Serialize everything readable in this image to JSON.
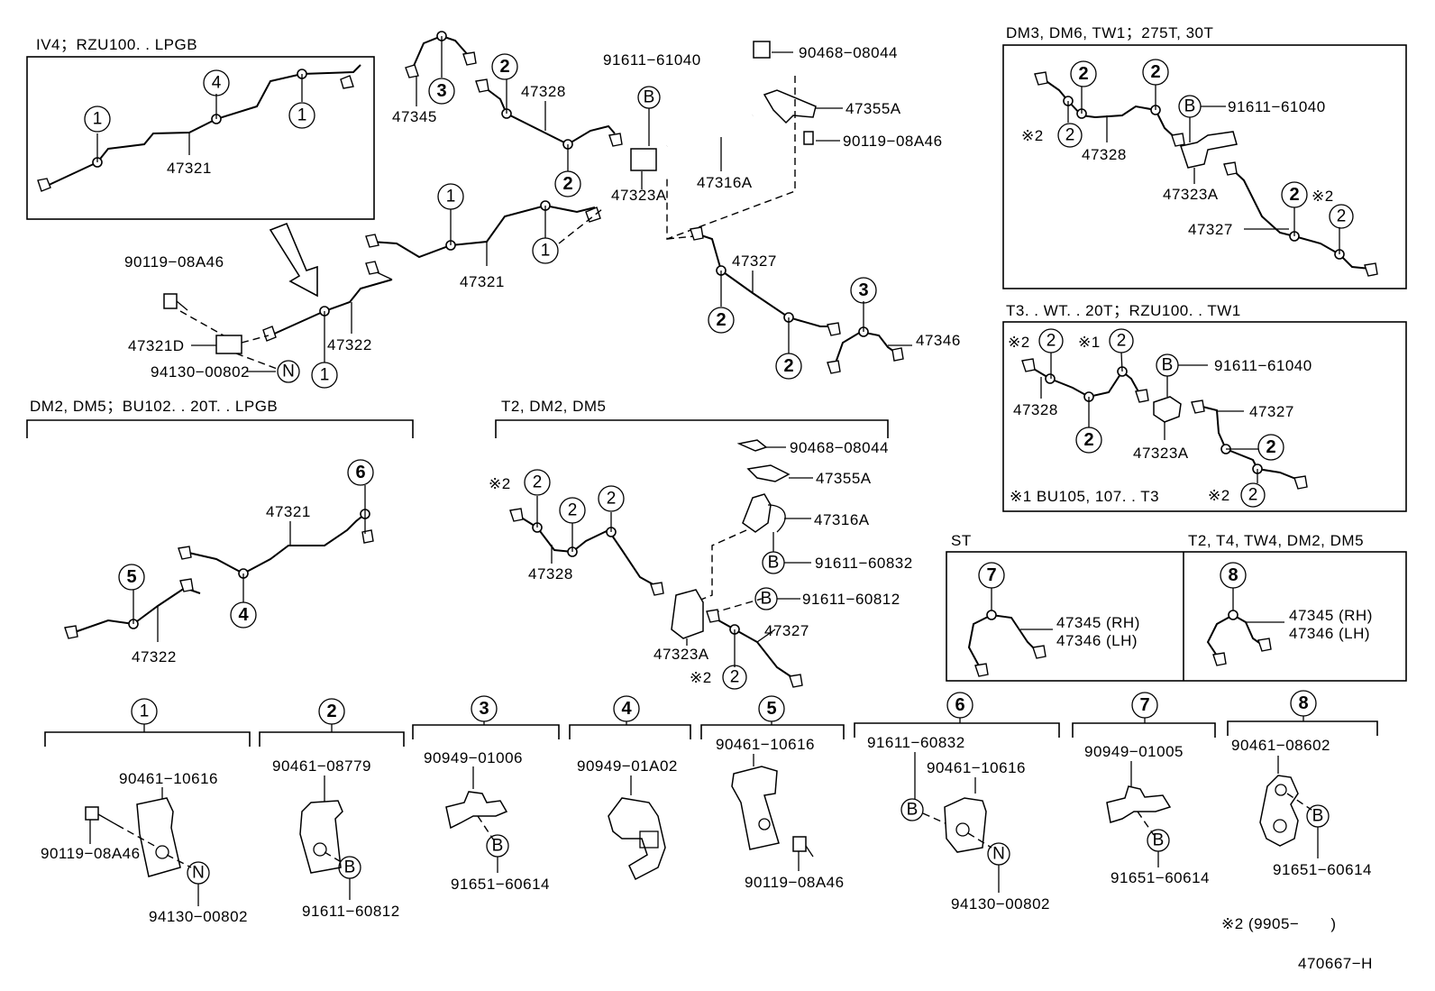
{
  "groups": {
    "g1": "IV4；RZU100. . LPGB",
    "g2": "DM2, DM5；BU102. . 20T. . LPGB",
    "g3": "T2, DM2, DM5",
    "g4": "DM3, DM6, TW1；275T, 30T",
    "g5": "T3. . WT. . 20T；RZU100. . TW1",
    "g6": "ST",
    "g7": "T2, T4, TW4, DM2, DM5",
    "g5_note": "※1 BU105, 107. . T3"
  },
  "parts": {
    "p47321": "47321",
    "p47322": "47322",
    "p47321D": "47321D",
    "p47345": "47345",
    "p47346": "47346",
    "p47328": "47328",
    "p47327": "47327",
    "p47323A": "47323A",
    "p47316A": "47316A",
    "p47355A": "47355A",
    "p90468_08044": "90468−08044",
    "p91611_61040": "91611−61040",
    "p90119_08A46": "90119−08A46",
    "p94130_00802": "94130−00802",
    "p91611_60832": "91611−60832",
    "p91611_60812": "91611−60812",
    "p47345rh": "47345 (RH)",
    "p47346lh": "47346 (LH)",
    "p90461_10616": "90461−10616",
    "p90461_08779": "90461−08779",
    "p90949_01006": "90949−01006",
    "p91651_60614": "91651−60614",
    "p90949_01A02": "90949−01A02",
    "p90949_01005": "90949−01005",
    "p90461_08602": "90461−08602"
  },
  "callouts": {
    "c1": "1",
    "c2": "2",
    "c3": "3",
    "c4": "4",
    "c5": "5",
    "c6": "6",
    "c7": "7",
    "c8": "8",
    "cB": "B",
    "cN": "N"
  },
  "notes": {
    "mark1": "※1",
    "mark2": "※2",
    "footnote": "※2 (9905−　　)",
    "drawing_number": "470667−H"
  }
}
